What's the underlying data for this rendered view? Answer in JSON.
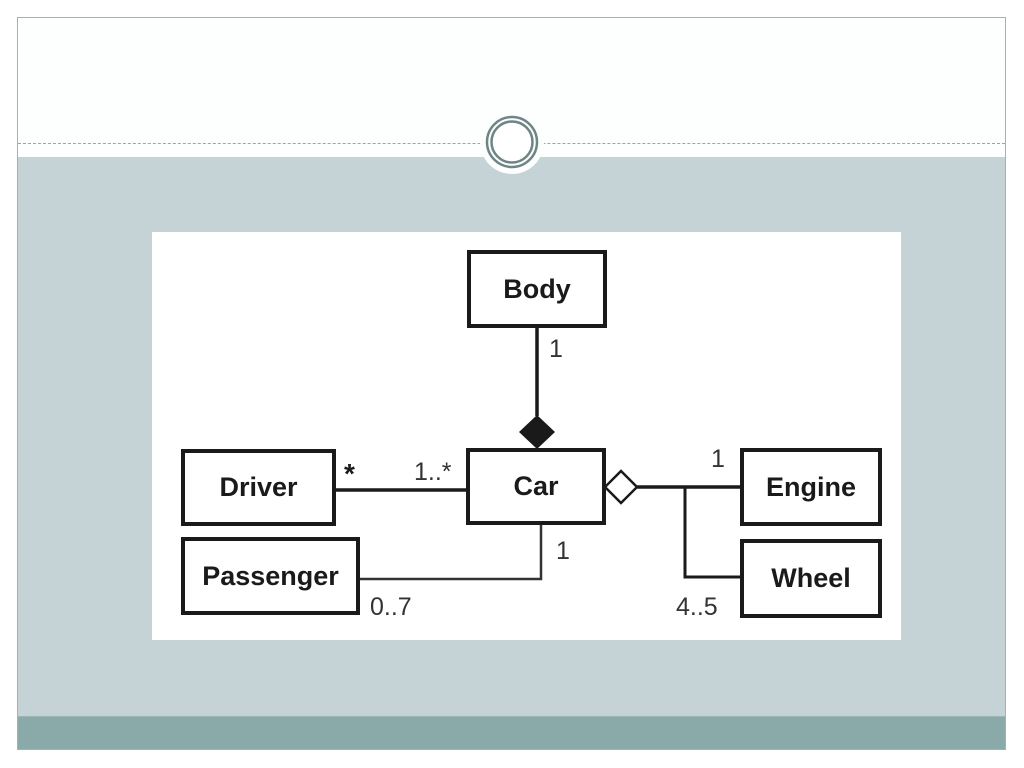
{
  "slide": {
    "title": "",
    "colors": {
      "header_bg": "#fdfefe",
      "content_band": "#c5d2d6",
      "footer_bar": "#8aaaaa",
      "ornament_ring": "#6f8585",
      "line": "#1a1a1a"
    }
  },
  "diagram": {
    "type": "UML class diagram",
    "classes": {
      "body": "Body",
      "car": "Car",
      "driver": "Driver",
      "passenger": "Passenger",
      "engine": "Engine",
      "wheel": "Wheel"
    },
    "relations": [
      {
        "from": "Body",
        "to": "Car",
        "kind": "composition",
        "multiplicity_from": "1"
      },
      {
        "from": "Driver",
        "to": "Car",
        "kind": "association",
        "multiplicity_from": "*",
        "multiplicity_to": "1..*"
      },
      {
        "from": "Passenger",
        "to": "Car",
        "kind": "association",
        "multiplicity_from": "0..7",
        "multiplicity_to": "1"
      },
      {
        "from": "Engine",
        "to": "Car",
        "kind": "aggregation",
        "multiplicity_from": "1"
      },
      {
        "from": "Wheel",
        "to": "Car",
        "kind": "aggregation",
        "multiplicity_from": "4..5"
      }
    ],
    "multiplicities": {
      "body_car": "1",
      "driver_side": "*",
      "car_driver_side": "1..*",
      "car_passenger_side": "1",
      "passenger_side": "0..7",
      "engine_side": "1",
      "wheel_side": "4..5"
    }
  }
}
